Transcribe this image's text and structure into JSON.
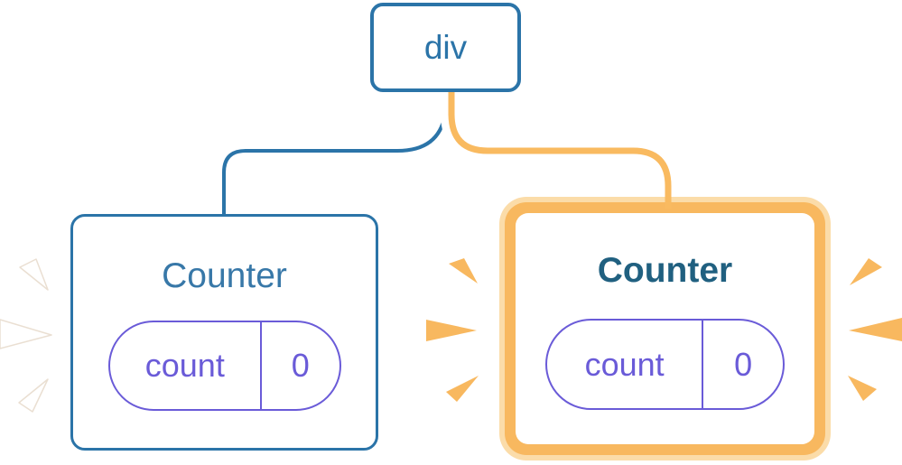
{
  "palette": {
    "blue": "#2B74A8",
    "blue_label": "#3878A8",
    "teal_label": "#206080",
    "purple": "#6A5BD8",
    "orange_line": "#F9BA60",
    "orange_strong": "#F8B85F",
    "orange_pale": "#FBDCA9",
    "white": "#FFFFFF"
  },
  "tree": {
    "root": {
      "label": "div"
    },
    "children": [
      {
        "label": "Counter",
        "highlighted": false,
        "state": {
          "key": "count",
          "value": "0"
        }
      },
      {
        "label": "Counter",
        "highlighted": true,
        "state": {
          "key": "count",
          "value": "0"
        }
      }
    ]
  }
}
